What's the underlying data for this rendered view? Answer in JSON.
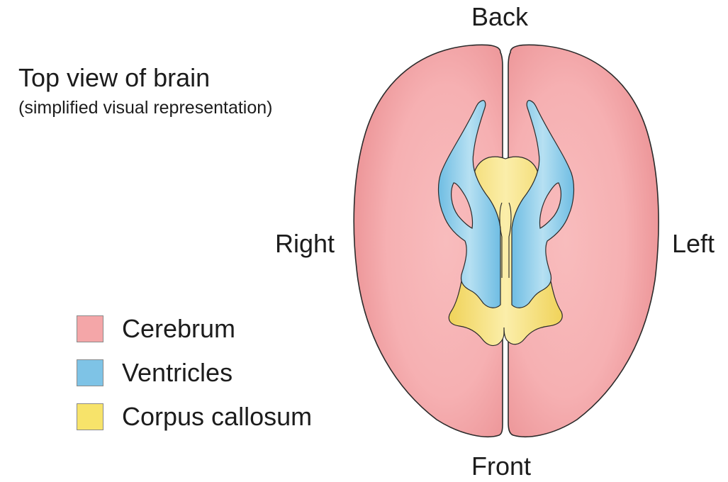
{
  "title": "Top view of brain",
  "subtitle": "(simplified visual representation)",
  "directions": {
    "back": "Back",
    "front": "Front",
    "right": "Right",
    "left": "Left"
  },
  "legend": [
    {
      "label": "Cerebrum",
      "color": "#f4a6a8"
    },
    {
      "label": "Ventricles",
      "color": "#7ec3e6"
    },
    {
      "label": "Corpus callosum",
      "color": "#f7e36a"
    }
  ],
  "colors": {
    "cerebrum_edge": "#e98c8f",
    "cerebrum_center": "#f8bcbd",
    "ventricles": "#8ccbea",
    "corpus_callosum": "#f5e184",
    "outline": "#2a2a2a"
  }
}
